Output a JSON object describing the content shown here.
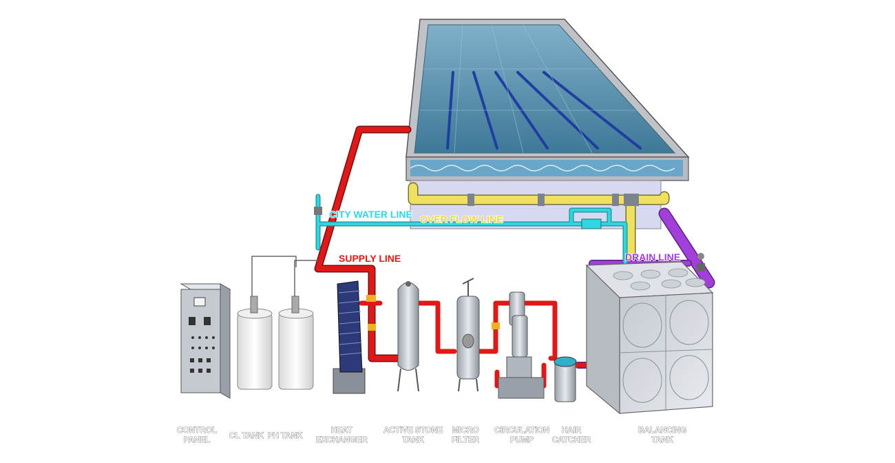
{
  "line_labels": {
    "city_water": "CITY WATER LINE",
    "over_flow": "OVER FLOW LINE",
    "supply": "SUPPLY LINE",
    "drain": "DRAIN LINE"
  },
  "equipment_labels": {
    "control_panel": [
      "CONTROL",
      "PANEL"
    ],
    "cl_tank": [
      "CL TANK"
    ],
    "ph_tank": [
      "PH TANK"
    ],
    "heat_exchanger": [
      "HEAT",
      "EXCHANGER"
    ],
    "active_stone_tank": [
      "ACTIVE STONE",
      "TANK"
    ],
    "micro_filter": [
      "MICRO",
      "FILTER"
    ],
    "circulation_pump": [
      "CIRCULATION",
      "PUMP"
    ],
    "hair_catcher": [
      "HAIR",
      "CATCHER"
    ],
    "balancing_tank": [
      "BALANCING",
      "TANK"
    ]
  },
  "colors": {
    "supply_line": "#e01818",
    "city_water_line": "#2fd6e0",
    "over_flow_line": "#f0e060",
    "drain_line": "#a040d8",
    "pool_water": "#5a8fae",
    "steel": "#c8cdd4"
  }
}
